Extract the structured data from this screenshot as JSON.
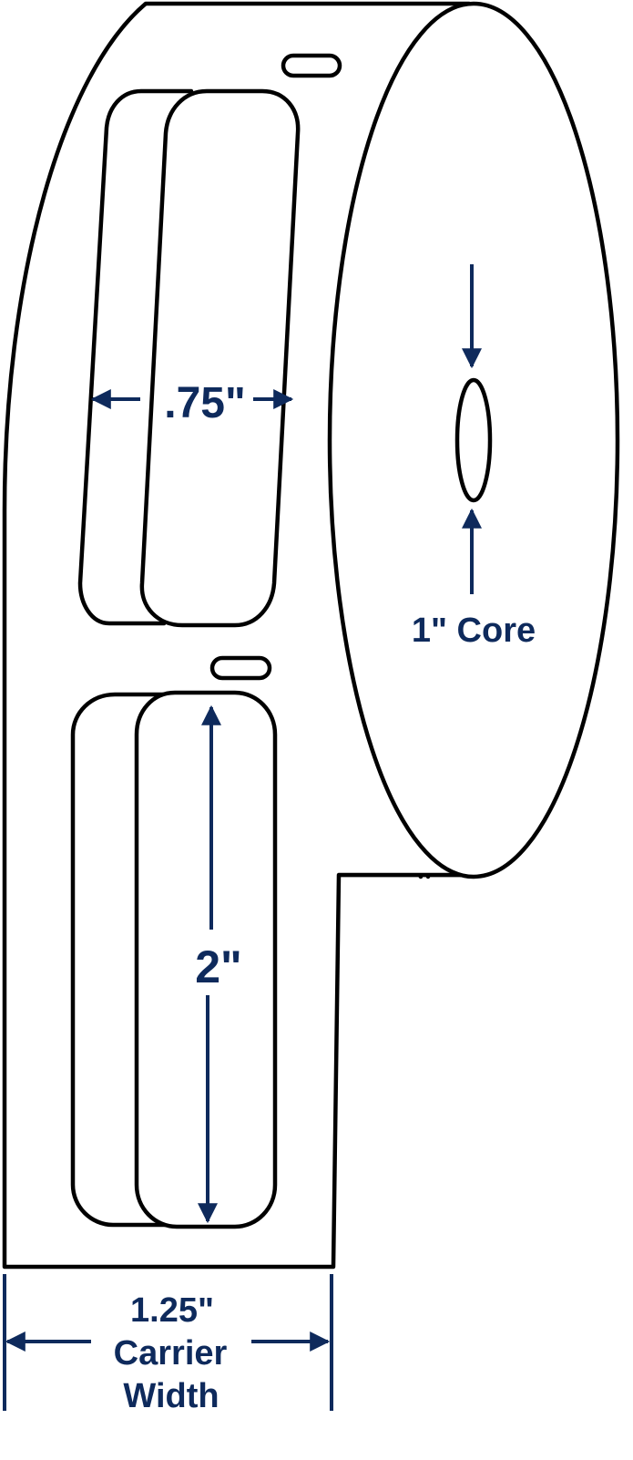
{
  "colors": {
    "outline": "#000000",
    "dimension": "#0e2a5c",
    "background": "#ffffff"
  },
  "dimensions": {
    "label_width": ".75\"",
    "label_length": "2\"",
    "core": "1\" Core",
    "carrier_value": "1.25\"",
    "carrier_word1": "Carrier",
    "carrier_word2": "Width"
  }
}
